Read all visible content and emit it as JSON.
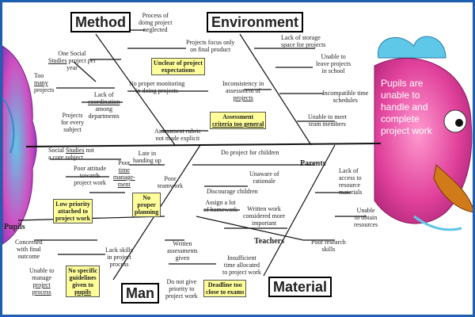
{
  "categories": {
    "method": "Method",
    "environment": "Environment",
    "man": "Man",
    "material": "Material"
  },
  "effect": "Pupils are unable to handle and complete project work",
  "sub_labels": {
    "parents": "Parents",
    "teachers": "Teachers",
    "pupils": "Pupils"
  },
  "method": {
    "c1": "Process of\ndoing project\nneglected",
    "c2": "Projects focus only\non final product",
    "c3a": "One Social",
    "c3b": "Studies",
    "c3c": " project per",
    "c3d": "year",
    "c4a": "Too",
    "c4b": "many",
    "c4c": "projects",
    "c5a": "Lack of",
    "c5b": "coordination",
    "c5c": "among\ndepartments",
    "c6": "Projects\nfor every\nsubject",
    "c7": "No proper monitoring\nin doing projects",
    "c8": "Assessment rubric\nnot made explicit",
    "note1": "Unclear of project\nexpectations"
  },
  "environment": {
    "c1": "Lack of storage\nspace for projects",
    "c2": "Unable to\nleave projects\nin school",
    "c3a": "Inconsistency in\nassessment of",
    "c3b": "projects",
    "c4": "Incompatible time\nschedules",
    "c5": "Unable to meet\nteam members",
    "note1a": "Assessment",
    "note1b": "criteria too general"
  },
  "man": {
    "c1a": "Social ",
    "c1b": "Studies",
    "c1c": " not\na core subject",
    "c2": "Poor attitude\ntowards\nproject work",
    "c3": "Late in\nhanding up",
    "c4a": "Poor",
    "c4b": "time",
    "c4c": "manage-",
    "c4d": "ment",
    "c5": "Poor\nteamwork",
    "c6": "Concerned\nwith final\noutcome",
    "c7": "Lack skills\nin project\nprocess",
    "c8a": "Unable to\nmanage",
    "c8b": "project",
    "c8c": "process",
    "c9": "Written\nassessments\ngiven",
    "c10": "Do not give\npriority to\nproject work",
    "c11": "Insufficient\ntime allocated\nto project work",
    "note1": "Low priority\nattached to\nproject work",
    "note2": "No\nproper\nplanning",
    "note3a": "No specific\nguidelines\ngiven to",
    "note3b": "pupils",
    "note4": "Deadline too\nclose to exams"
  },
  "material": {
    "c1": "Do project for children",
    "c2": "Unaware of\nrationale",
    "c3": "Discourage children",
    "c4": "Assign a lot\nof homework",
    "c5": "Written work\nconsidered more\nimportant",
    "c6": "Lack of\naccess to\nresource\nmaterials",
    "c7": "Unable\nto obtain\nresources",
    "c8": "Poor research\nskills"
  },
  "colors": {
    "frame": "#1f5fb0",
    "note": "#ffff99",
    "fish_body": "#e0409a",
    "fish_fin": "#5fc8e8"
  },
  "icons": {
    "head": "fish-head-icon",
    "tail": "fish-tail-icon"
  }
}
